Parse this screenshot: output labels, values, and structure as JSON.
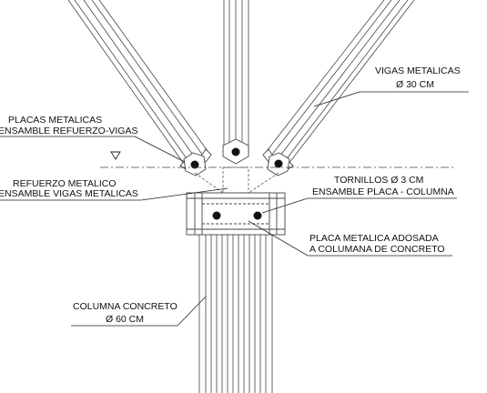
{
  "labels": {
    "placas_line1": "PLACAS METALICAS",
    "placas_line2": "ENSAMBLE  REFUERZO-VIGAS",
    "vigas_line1": "VIGAS METALICAS",
    "vigas_line2": "Ø 30 CM",
    "refuerzo_line1": "REFUERZO METALICO",
    "refuerzo_line2": "ENSAMBLE  VIGAS METALICAS",
    "tornillos_line1": "TORNILLOS Ø 3 CM",
    "tornillos_line2": "ENSAMBLE PLACA - COLUMNA",
    "placa_line1": "PLACA METALICA ADOSADA",
    "placa_line2": "A COLUMANA DE CONCRETO",
    "columna_line1": "COLUMNA CONCRETO",
    "columna_line2": "Ø 60 CM"
  },
  "colors": {
    "line": "#333333",
    "ink": "#111111",
    "background": "#ffffff"
  }
}
